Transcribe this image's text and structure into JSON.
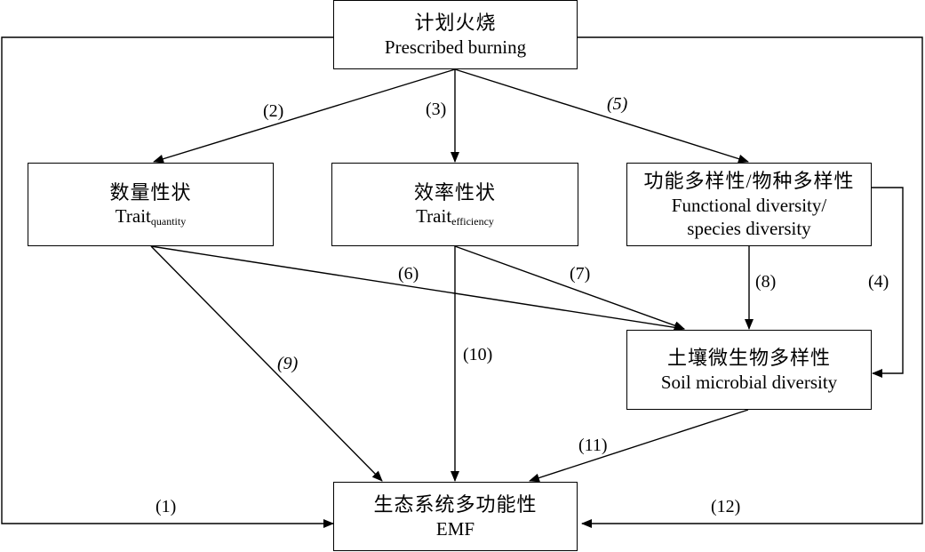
{
  "nodes": {
    "burning": {
      "zh": "计划火烧",
      "en": "Prescribed burning"
    },
    "quantity": {
      "zh": "数量性状",
      "en": "Trait",
      "sub": "quantity"
    },
    "efficiency": {
      "zh": "效率性状",
      "en": "Trait",
      "sub": "efficiency"
    },
    "functional": {
      "zh": "功能多样性/物种多样性",
      "en1": "Functional diversity/",
      "en2": "species diversity"
    },
    "microbial": {
      "zh": "土壤微生物多样性",
      "en": "Soil microbial diversity"
    },
    "emf": {
      "zh": "生态系统多功能性",
      "en": "EMF"
    }
  },
  "edges": {
    "e1": "(1)",
    "e2": "(2)",
    "e3": "(3)",
    "e4": "(4)",
    "e5": "(5)",
    "e6": "(6)",
    "e7": "(7)",
    "e8": "(8)",
    "e9": "(9)",
    "e10": "(10)",
    "e11": "(11)",
    "e12": "(12)"
  }
}
